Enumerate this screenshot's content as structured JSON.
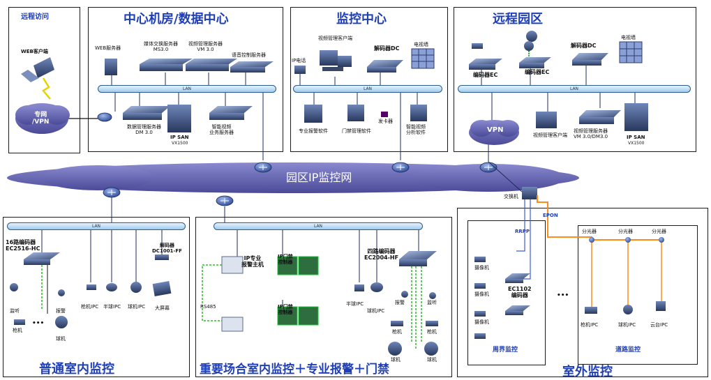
{
  "zones": {
    "remote_access": {
      "title": "远程访问",
      "web_client": "WEB客户端",
      "vpn": "专网\n/VPN"
    },
    "center": {
      "title": "中心机房/数据中心",
      "web_server": "WEB服务器",
      "ms_server": "媒体交换服务器\nMS3.0",
      "vm_server": "视频管理服务器\nVM 3.0",
      "ctrl_server": "语音控制服务器",
      "dm_server": "数据管理服务器\nDM 3.0",
      "ipsan": "IP SAN",
      "ipsan_model": "VX1500",
      "smart_server": "智能视频\n业务服务器",
      "lan": "LAN"
    },
    "monitor": {
      "title": "监控中心",
      "ip_phone": "IP电话",
      "vm_client": "视频管理客户端",
      "decoder": "解码器DC",
      "tv_wall": "电视墙",
      "alarm_sw": "专业报警软件",
      "door_sw": "门禁管理软件",
      "card_reader": "发卡器",
      "smart_sw": "智能视频\n分析软件",
      "lan": "LAN"
    },
    "remote_park": {
      "title": "远程园区",
      "encoder1": "编码器EC",
      "encoder2": "编码器EC",
      "decoder": "解码器DC",
      "tv_wall": "电视墙",
      "vpn": "VPN",
      "vm_client": "视频管理客户端",
      "vm_server": "视频管理服务器\nVM 3.0/DM3.0",
      "ipsan": "IP SAN",
      "ipsan_model": "VX1500",
      "lan": "LAN"
    },
    "campus_net": "园区IP监控网",
    "indoor": {
      "title": "普通室内监控",
      "encoder": "16路编码器\nEC2516-HC",
      "decoder": "解码器\nDC1001-FF",
      "listen": "监听",
      "alarm": "报警",
      "cam_ipc": "枪机IPC",
      "halfball_ipc": "半球IPC",
      "ball_ipc": "球机IPC",
      "bigscreen": "大屏幕",
      "gun": "枪机",
      "ball": "球机",
      "ellipsis": "•••",
      "lan": "LAN"
    },
    "important": {
      "title": "重要场合室内监控＋专业报警＋门禁",
      "alarm_host": "IP专业\n报警主机",
      "door1": "IP门禁\n控制器",
      "door2": "IP门禁\n控制器",
      "encoder": "四路编码器\nEC2004-HF",
      "rs485": "RS485",
      "halfball_ipc": "半球IPC",
      "ball_ipc": "球机IPC",
      "alarm": "报警",
      "listen": "监听",
      "gun": "枪机",
      "ball": "球机",
      "lan": "LAN"
    },
    "outdoor": {
      "title": "室外监控",
      "switch": "交换机",
      "epon": "EPON",
      "rrpp": "RRPP",
      "camera": "摄像机",
      "encoder": "EC1102\n编码器",
      "perimeter": "周界监控",
      "splitter": "分光器",
      "ellipsis": "•••",
      "gun_ipc": "枪机IPC",
      "ball_ipc": "球机IPC",
      "pt_ipc": "云台IPC",
      "road": "道路监控"
    }
  },
  "colors": {
    "title": "#1f3fb8",
    "cloud": "#5c5ca8",
    "fiber": "#ff8c1a",
    "link": "#3b5bdb",
    "green": "#2db82d"
  }
}
